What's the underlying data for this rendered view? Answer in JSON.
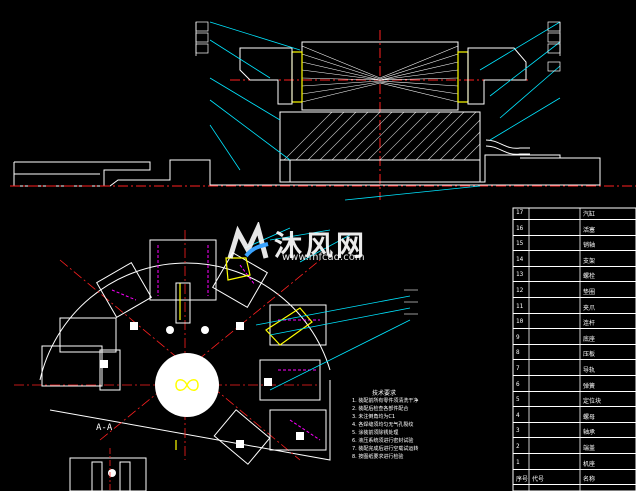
{
  "watermark": {
    "brand_name": "沐风网",
    "url": "www.mfcad.com"
  },
  "section_label": "A-A",
  "view_labels": {
    "section_a_left": "A",
    "section_a_right": "A"
  },
  "technical_notes": {
    "title": "技术要求",
    "lines": [
      "1. 装配前所有零件须清洗干净",
      "2. 装配后检查各部件配合",
      "3. 未注倒角均为C1",
      "4. 各焊缝须均匀无气孔裂纹",
      "5. 涂装前须除锈处理",
      "6. 液压系统须进行密封试验",
      "7. 装配完成后进行空载试运转",
      "8. 按图纸要求进行检验"
    ]
  },
  "parts_table": {
    "rows": [
      {
        "no": "17",
        "code": "",
        "name": "汽缸"
      },
      {
        "no": "16",
        "code": "",
        "name": "活塞"
      },
      {
        "no": "15",
        "code": "",
        "name": "销轴"
      },
      {
        "no": "14",
        "code": "",
        "name": "支架"
      },
      {
        "no": "13",
        "code": "",
        "name": "螺栓"
      },
      {
        "no": "12",
        "code": "",
        "name": "垫圈"
      },
      {
        "no": "11",
        "code": "",
        "name": "夹爪"
      },
      {
        "no": "10",
        "code": "",
        "name": "连杆"
      },
      {
        "no": "9",
        "code": "",
        "name": "底座"
      },
      {
        "no": "8",
        "code": "",
        "name": "压板"
      },
      {
        "no": "7",
        "code": "",
        "name": "导轨"
      },
      {
        "no": "6",
        "code": "",
        "name": "弹簧"
      },
      {
        "no": "5",
        "code": "",
        "name": "定位块"
      },
      {
        "no": "4",
        "code": "",
        "name": "螺母"
      },
      {
        "no": "3",
        "code": "",
        "name": "轴承"
      },
      {
        "no": "2",
        "code": "",
        "name": "端盖"
      },
      {
        "no": "1",
        "code": "",
        "name": "机座"
      }
    ],
    "header": {
      "no": "序号",
      "code": "代号",
      "name": "名称"
    }
  },
  "colors": {
    "outline": "#ffffff",
    "centerline": "#ff2020",
    "leader": "#00e5ff",
    "accent_yellow": "#ffff00",
    "accent_magenta": "#ff00ff",
    "hatch": "#ffffff"
  }
}
